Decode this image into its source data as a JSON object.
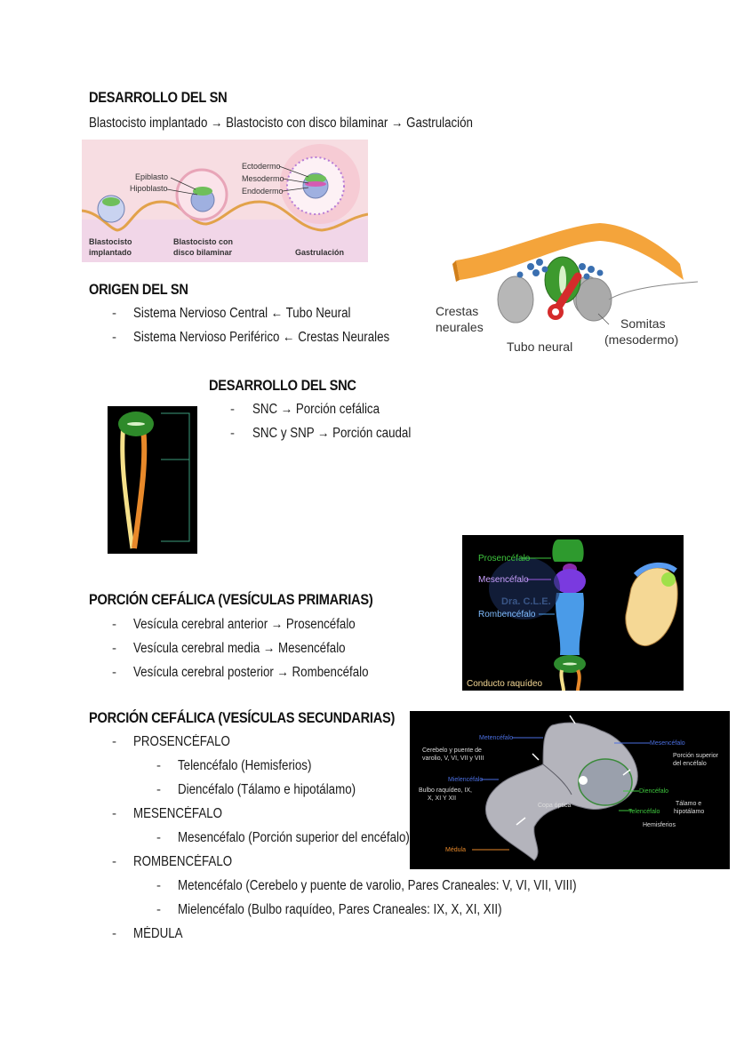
{
  "section1": {
    "title": "DESARROLLO DEL SN",
    "sequence": "Blastocisto implantado → Blastocisto con disco bilaminar → Gastrulación"
  },
  "fig_blastocyst": {
    "labels": {
      "epiblasto": "Epiblasto",
      "hipoblasto": "Hipoblasto",
      "ectodermo": "Ectodermo",
      "mesodermo": "Mesodermo",
      "endodermo": "Endodermo"
    },
    "captions": {
      "c1a": "Blastocisto",
      "c1b": "implantado",
      "c2a": "Blastocisto con",
      "c2b": "disco bilaminar",
      "c3": "Gastrulación"
    }
  },
  "fig_neural": {
    "crestas_a": "Crestas",
    "crestas_b": "neurales",
    "tubo": "Tubo neural",
    "somitas_a": "Somitas",
    "somitas_b": "(mesodermo)"
  },
  "section2": {
    "title": "ORIGEN DEL SN",
    "items": [
      "Sistema Nervioso Central ← Tubo Neural",
      "Sistema Nervioso Periférico ← Crestas Neurales"
    ]
  },
  "section3": {
    "title": "DESARROLLO DEL SNC",
    "items": [
      "SNC → Porción cefálica",
      "SNC y SNP → Porción caudal"
    ]
  },
  "section4": {
    "title": "PORCIÓN CEFÁLICA (VESÍCULAS PRIMARIAS)",
    "items": [
      "Vesícula cerebral anterior → Prosencéfalo",
      "Vesícula cerebral media → Mesencéfalo",
      "Vesícula cerebral posterior → Rombencéfalo"
    ]
  },
  "fig_primary": {
    "prosencefalo": "Prosencéfalo",
    "mesencefalo": "Mesencéfalo",
    "rombencefalo": "Rombencéfalo",
    "conducto": "Conducto raquídeo",
    "watermark": "Dra. C.L.E."
  },
  "section5": {
    "title": "PORCIÓN CEFÁLICA (VESÍCULAS SECUNDARIAS)",
    "prosencefalo": "PROSENCÉFALO",
    "telencefalo": "Telencéfalo (Hemisferios)",
    "diencefalo": "Diencéfalo (Tálamo e hipotálamo)",
    "mesencefalo": "MESENCÉFALO",
    "mesencefalo_sub": "Mesencéfalo (Porción superior del encéfalo)",
    "rombencefalo": "ROMBENCÉFALO",
    "metencefalo": "Metencéfalo (Cerebelo y puente de varolio, Pares Craneales: V, VI, VII, VIII)",
    "mielencefalo": "Mielencéfalo (Bulbo raquídeo, Pares Craneales: IX, X, XI, XII)",
    "medula": "MÉDULA"
  },
  "fig_secondary": {
    "metencefalo": "Metencéfalo",
    "cerebelo_a": "Cerebelo y puente de",
    "cerebelo_b": "varolio, V, VI, VII y VIII",
    "mielencefalo": "Mielencéfalo",
    "bulbo_a": "Bulbo raquídeo, IX,",
    "bulbo_b": "X, XI Y XII",
    "copa": "Copa óptica",
    "medula": "Médula",
    "mesencefalo": "Mesencéfalo",
    "porcion_a": "Porción superior",
    "porcion_b": "del encéfalo",
    "diencefalo": "Diencéfalo",
    "talamo_a": "Tálamo e",
    "talamo_b": "hipotálamo",
    "telencefalo": "Telencéfalo",
    "hemisferios": "Hemisferios"
  }
}
